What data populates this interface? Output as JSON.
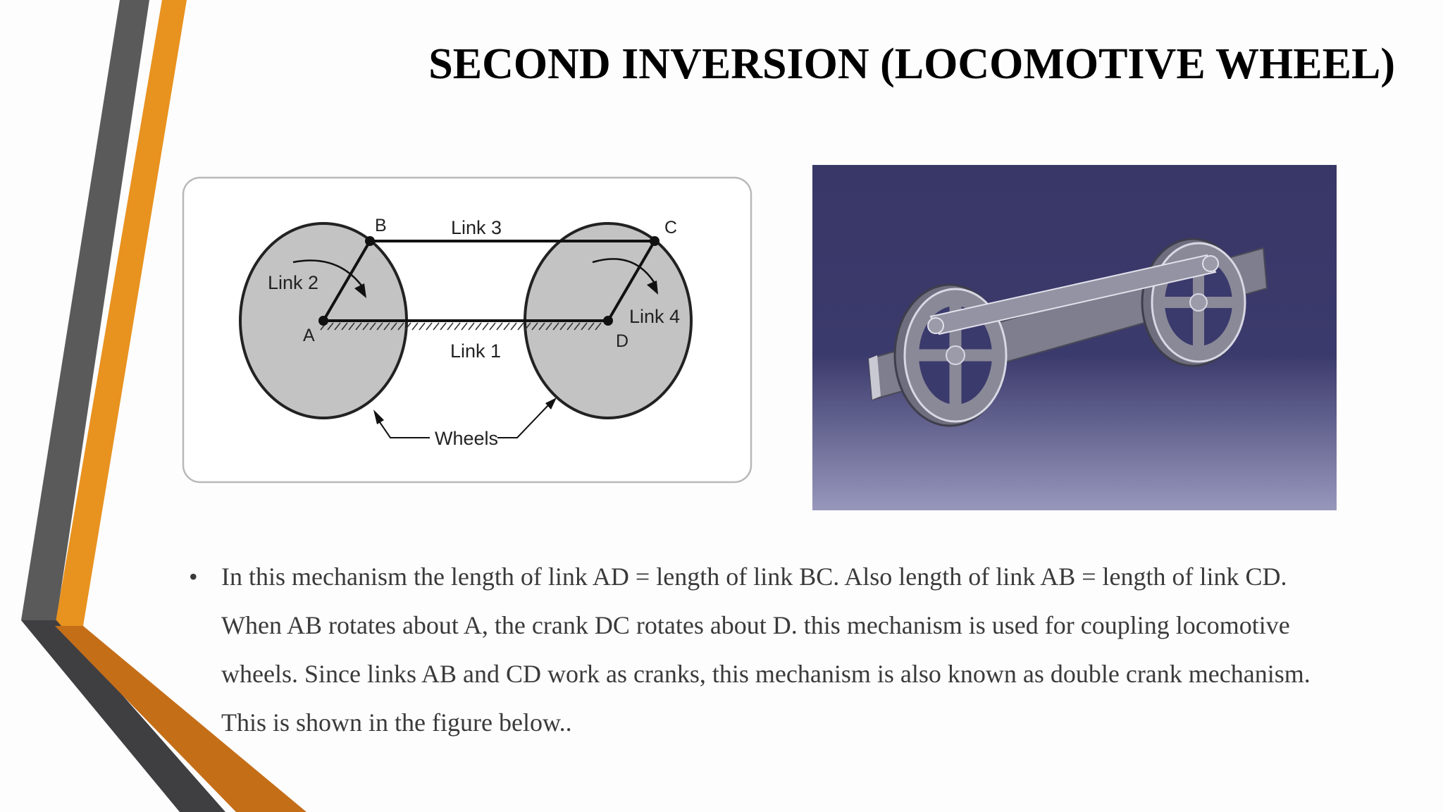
{
  "slide": {
    "title": "SECOND INVERSION (LOCOMOTIVE WHEEL)",
    "bullet_symbol": "•",
    "bullet_text": "In this mechanism the length of link AD = length of link BC. Also length of link AB = length of link CD. When AB rotates about A, the crank DC rotates about D. this mechanism is used for coupling locomotive wheels. Since links AB and CD work as cranks, this mechanism is also known as double crank mechanism. This is shown in the figure below.."
  },
  "diagram": {
    "labels": {
      "point_b": "B",
      "point_c": "C",
      "point_a": "A",
      "point_d": "D",
      "link_1": "Link 1",
      "link_2": "Link 2",
      "link_3": "Link 3",
      "link_4": "Link 4",
      "wheels": "Wheels"
    }
  },
  "colors": {
    "accent_orange": "#E8921F",
    "accent_gray": "#5A5A5A",
    "wheel_fill": "#C3C3C3",
    "render_bg_top": "#393767",
    "render_bg_bottom": "#8E8EB6"
  }
}
